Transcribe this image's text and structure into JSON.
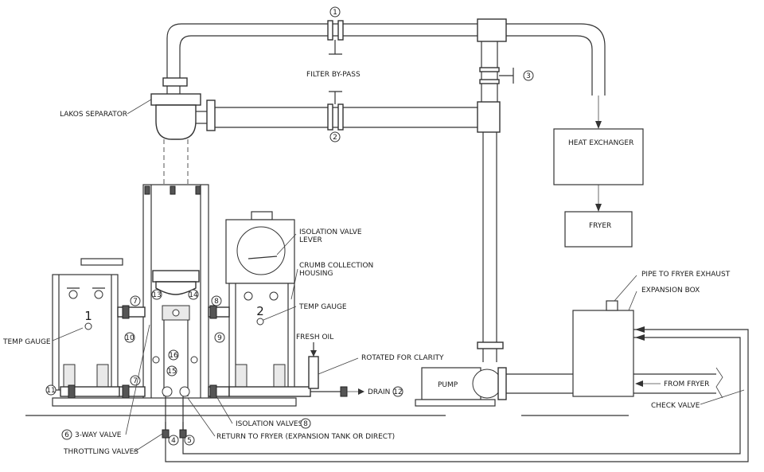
{
  "labels": {
    "filter_bypass": "FILTER BY-PASS",
    "lakos_separator": "LAKOS SEPARATOR",
    "heat_exchanger": "HEAT EXCHANGER",
    "fryer": "FRYER",
    "isolation_valve_lever": [
      "ISOLATION VALVE",
      "LEVER"
    ],
    "crumb_collection_housing": [
      "CRUMB COLLECTION",
      "HOUSING"
    ],
    "temp_gauge_right": "TEMP GAUGE",
    "temp_gauge_left": "TEMP GAUGE",
    "fresh_oil": "FRESH OIL",
    "rotated_for_clarity": "ROTATED FOR CLARITY",
    "pipe_to_fryer_exhaust": "PIPE TO FRYER EXHAUST",
    "expansion_box": "EXPANSION BOX",
    "pump": "PUMP",
    "from_fryer": "FROM FRYER",
    "check_valve": "CHECK VALVE",
    "drain": "DRAIN",
    "isolation_valves": "ISOLATION VALVES",
    "return_to_fryer": "RETURN TO FRYER (EXPANSION TANK OR DIRECT)",
    "three_way_valve": "3-WAY VALVE",
    "throttling_valves": "THROTTLING VALVES"
  },
  "callouts": {
    "n1": "1",
    "n2": "2",
    "n3": "3",
    "n4": "4",
    "n5": "5",
    "n6": "6",
    "n7": "7",
    "n8": "8",
    "n9": "9",
    "n10": "10",
    "n11": "11",
    "n12": "12",
    "n13": "13",
    "n14": "14",
    "n15": "15",
    "n16": "16"
  },
  "tank_numbers": {
    "left": "1",
    "right": "2"
  },
  "colors": {
    "line": "#333333",
    "fill": "#ffffff",
    "shade": "#e9e9e9"
  }
}
